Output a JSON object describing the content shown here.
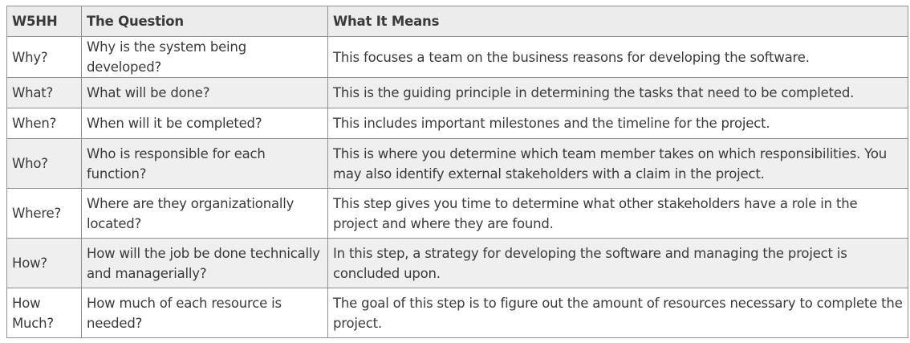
{
  "table": {
    "headers": [
      "W5HH",
      "The Question",
      "What It Means"
    ],
    "rows": [
      {
        "w5hh": "Why?",
        "question": "Why is the system being developed?",
        "meaning": "This focuses a team on the business reasons for developing the software."
      },
      {
        "w5hh": "What?",
        "question": "What will be done?",
        "meaning": "This is the guiding principle in determining the tasks that need to be completed."
      },
      {
        "w5hh": "When?",
        "question": "When will it be completed?",
        "meaning": "This includes important milestones and the timeline for the project."
      },
      {
        "w5hh": "Who?",
        "question": "Who is responsible for each function?",
        "meaning": "This is where you determine which team member takes on which responsibilities. You may also identify external stakeholders with a claim in the project."
      },
      {
        "w5hh": "Where?",
        "question": "Where are they organizationally located?",
        "meaning": "This step gives you time to determine what other stakeholders have a role in the project and where they are found."
      },
      {
        "w5hh": "How?",
        "question": "How will the job be done technically and managerially?",
        "meaning": "In this step, a strategy for developing the software and managing the project is concluded upon."
      },
      {
        "w5hh": "How Much?",
        "question": "How much of each resource is needed?",
        "meaning": "The goal of this step is to figure out the amount of resources necessary to complete the project."
      }
    ]
  }
}
